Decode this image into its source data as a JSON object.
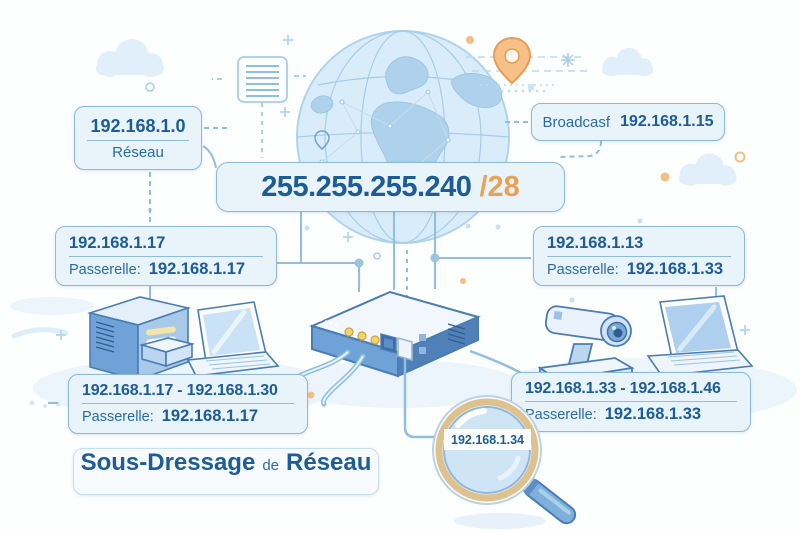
{
  "diagram": {
    "network_box": {
      "ip": "192.168.1.0",
      "label": "Réseau"
    },
    "broadcast_box": {
      "label": "Broadcasf",
      "ip": "192.168.1.15"
    },
    "mask_box": {
      "mask": "255.255.255.240",
      "cidr": "/28"
    },
    "left_gateway_box": {
      "ip": "192.168.1.17",
      "gateway_label": "Passerelle:",
      "gateway_ip": "192.168.1.17"
    },
    "right_gateway_box": {
      "ip": "192.168.1.13",
      "gateway_label": "Passerelle:",
      "gateway_ip": "192.168.1.33"
    },
    "left_range_box": {
      "range": "192.168.1.17 - 192.168.1.30",
      "gateway_label": "Passerelle:",
      "gateway_ip": "192.168.1.17"
    },
    "right_range_box": {
      "range": "192.168.1.33 - 192.168.1.46",
      "gateway_label": "Passerelle:",
      "gateway_ip": "192.168.1.33"
    },
    "magnifier": {
      "ip": "192.168.1.34"
    },
    "caption": {
      "word1": "Sous-Dressage",
      "word2": "de",
      "word3": "Réseau"
    }
  },
  "colors": {
    "box_background": "#e8f3fa",
    "box_border": "#8cb8d9",
    "text_dark_blue": "#1d5c97",
    "text_label_blue": "#2a6ba5",
    "accent_orange": "#e9a158",
    "line_blue": "#8fbede"
  }
}
